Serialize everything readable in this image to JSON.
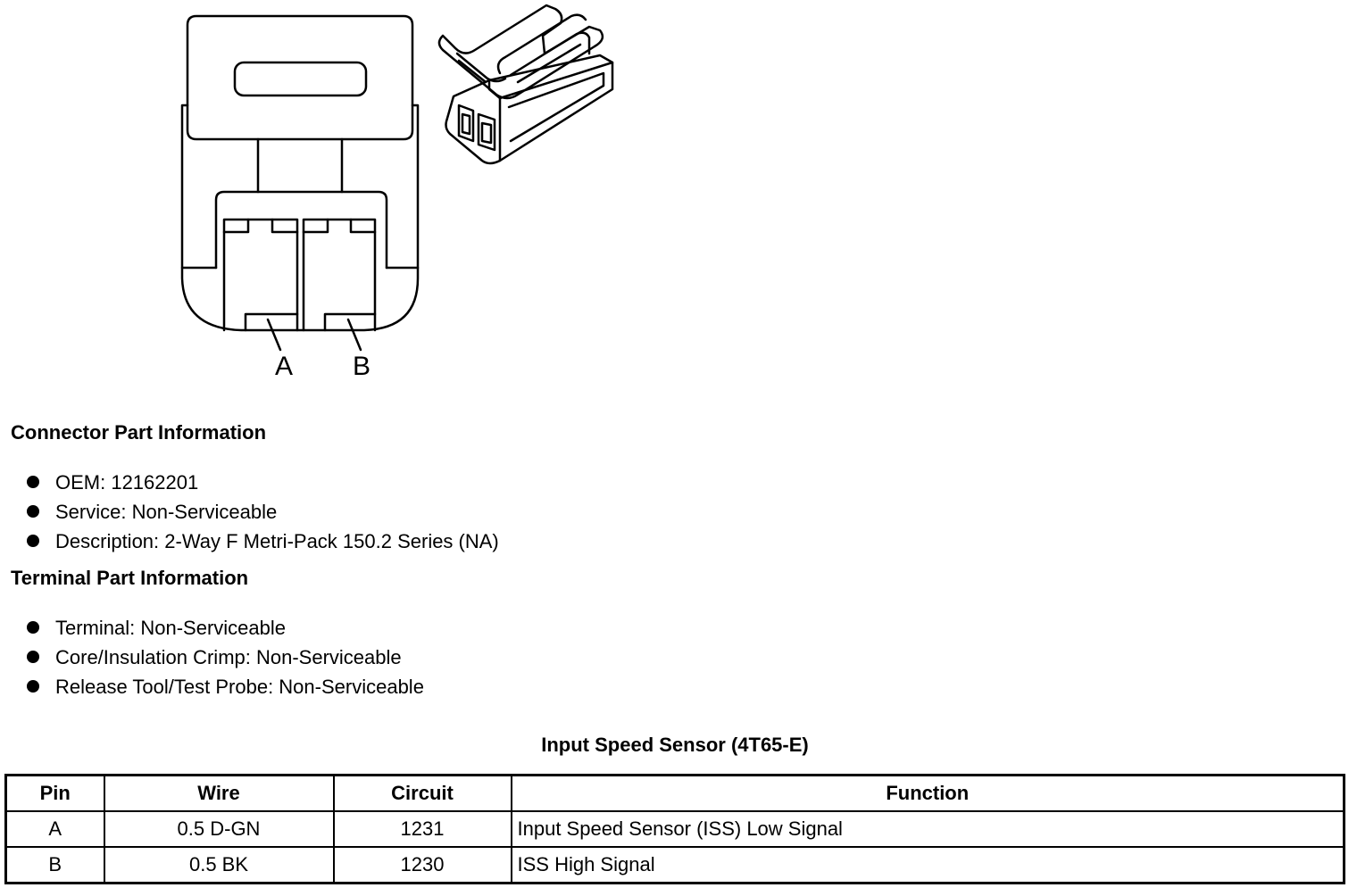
{
  "figure": {
    "pin_labels": [
      "A",
      "B"
    ]
  },
  "connector_section": {
    "heading": "Connector Part Information",
    "items": [
      "OEM: 12162201",
      "Service: Non-Serviceable",
      "Description: 2-Way F Metri-Pack 150.2 Series (NA)"
    ]
  },
  "terminal_section": {
    "heading": "Terminal Part Information",
    "items": [
      "Terminal: Non-Serviceable",
      "Core/Insulation Crimp: Non-Serviceable",
      "Release Tool/Test Probe: Non-Serviceable"
    ]
  },
  "table": {
    "caption": "Input Speed Sensor (4T65-E)",
    "headers": [
      "Pin",
      "Wire",
      "Circuit",
      "Function"
    ],
    "rows": [
      [
        "A",
        "0.5 D-GN",
        "1231",
        "Input Speed Sensor (ISS) Low Signal"
      ],
      [
        "B",
        "0.5 BK",
        "1230",
        "ISS High Signal"
      ]
    ]
  }
}
